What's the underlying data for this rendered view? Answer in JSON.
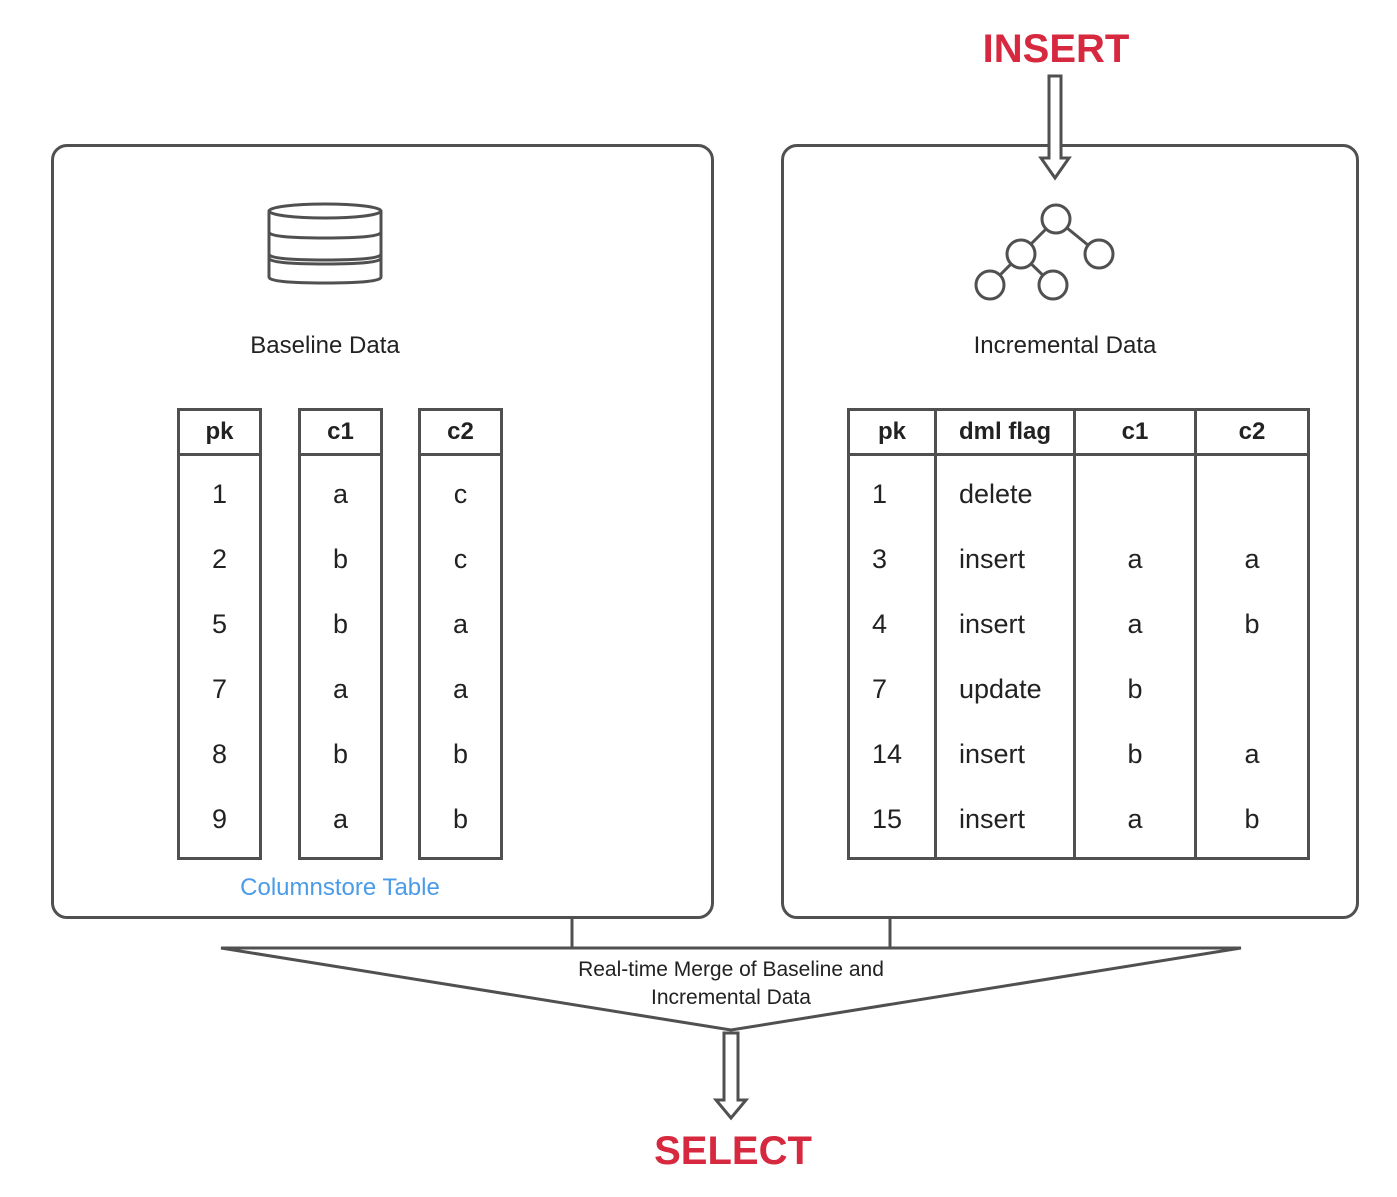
{
  "insert_label": "INSERT",
  "select_label": "SELECT",
  "baseline": {
    "title": "Baseline Data",
    "caption": "Columnstore Table",
    "icon": "database-icon",
    "columns": [
      {
        "header": "pk",
        "values": [
          "1",
          "2",
          "5",
          "7",
          "8",
          "9"
        ]
      },
      {
        "header": "c1",
        "values": [
          "a",
          "b",
          "b",
          "a",
          "b",
          "a"
        ]
      },
      {
        "header": "c2",
        "values": [
          "c",
          "c",
          "a",
          "a",
          "b",
          "b"
        ]
      }
    ]
  },
  "incremental": {
    "title": "Incremental Data",
    "icon": "tree-icon",
    "headers": [
      "pk",
      "dml flag",
      "c1",
      "c2"
    ],
    "rows": [
      [
        "1",
        "delete",
        "",
        ""
      ],
      [
        "3",
        "insert",
        "a",
        "a"
      ],
      [
        "4",
        "insert",
        "a",
        "b"
      ],
      [
        "7",
        "update",
        "b",
        ""
      ],
      [
        "14",
        "insert",
        "b",
        "a"
      ],
      [
        "15",
        "insert",
        "a",
        "b"
      ]
    ]
  },
  "merge": {
    "line1": "Real-time Merge of Baseline and",
    "line2": "Incremental Data"
  },
  "colors": {
    "accent_red": "#d6283e",
    "caption_blue": "#4a9be8",
    "stroke": "#505050"
  }
}
